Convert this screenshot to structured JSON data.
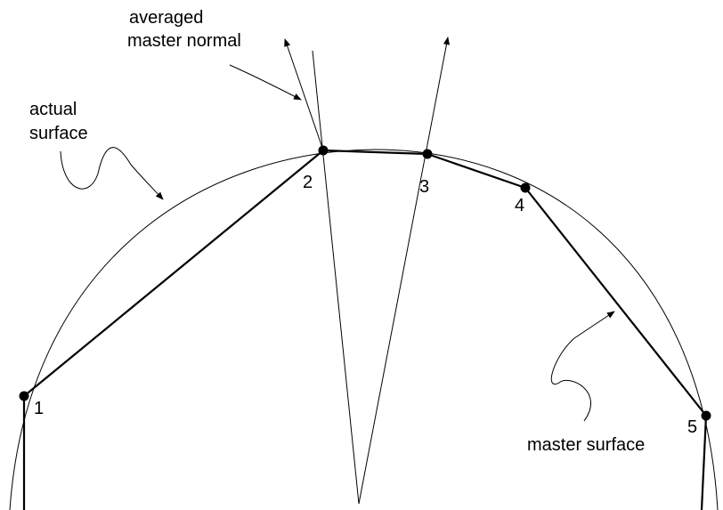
{
  "labels": {
    "averaged_normal_line1": "averaged",
    "averaged_normal_line2": "master normal",
    "actual_surface_line1": "actual",
    "actual_surface_line2": "surface",
    "master_surface": "master surface"
  },
  "nodes": [
    "1",
    "2",
    "3",
    "4",
    "5"
  ]
}
